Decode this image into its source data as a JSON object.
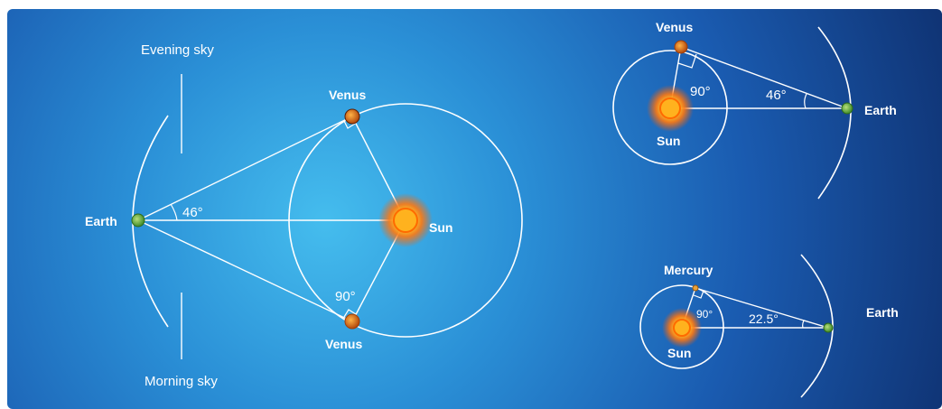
{
  "main_diagram": {
    "earth_label": "Earth",
    "sun_label": "Sun",
    "venus_top_label": "Venus",
    "venus_bottom_label": "Venus",
    "evening_sky_label": "Evening sky",
    "morning_sky_label": "Morning sky",
    "angle_label": "46°",
    "right_angle_label": "90°"
  },
  "venus_inset": {
    "venus_label": "Venus",
    "sun_label": "Sun",
    "earth_label": "Earth",
    "right_angle_label": "90°",
    "angle_label": "46°"
  },
  "mercury_inset": {
    "mercury_label": "Mercury",
    "sun_label": "Sun",
    "earth_label": "Earth",
    "right_angle_label": "90°",
    "angle_label": "22.5°"
  },
  "colors": {
    "background_center": "#3fb3e6",
    "background_mid": "#1a6fc0",
    "background_edge": "#0d2f6e",
    "lines": "#ffffff",
    "sun_core": "#ffd23a",
    "sun_glow": "#ff6a00",
    "venus": "#e07a1c",
    "earth": "#6cbf3a"
  }
}
